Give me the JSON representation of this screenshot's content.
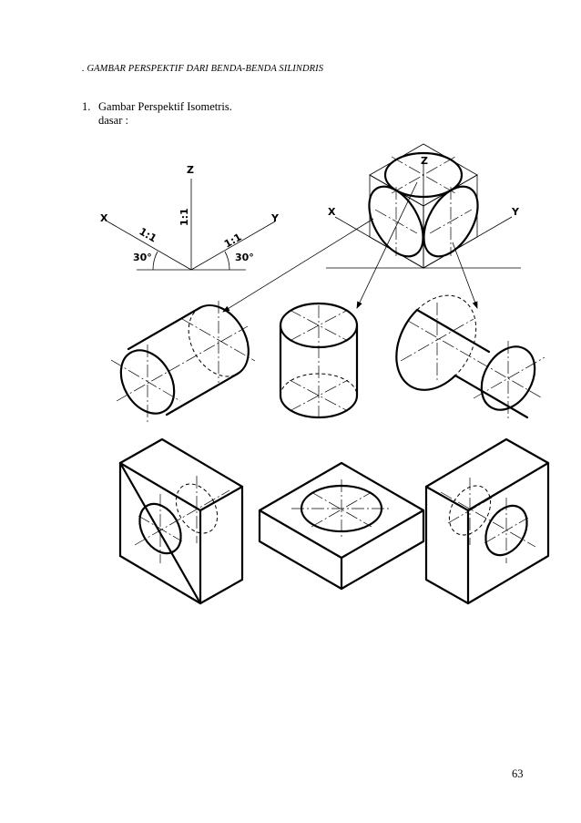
{
  "header": {
    "title": ". GAMBAR PERSPEKTIF DARI BENDA-BENDA SILINDRIS"
  },
  "item": {
    "number": "1.",
    "text": "Gambar Perspektif Isometris.",
    "subtext": "dasar :"
  },
  "axes": {
    "z_label": "Z",
    "x_label": "X",
    "y_label": "Y",
    "scale_z": "1:1",
    "scale_x": "1:1",
    "scale_y": "1:1",
    "angle_left": "30°",
    "angle_right": "30°"
  },
  "cube": {
    "z_label": "Z",
    "x_label": "X",
    "y_label": "Y"
  },
  "page": {
    "number": "63"
  }
}
